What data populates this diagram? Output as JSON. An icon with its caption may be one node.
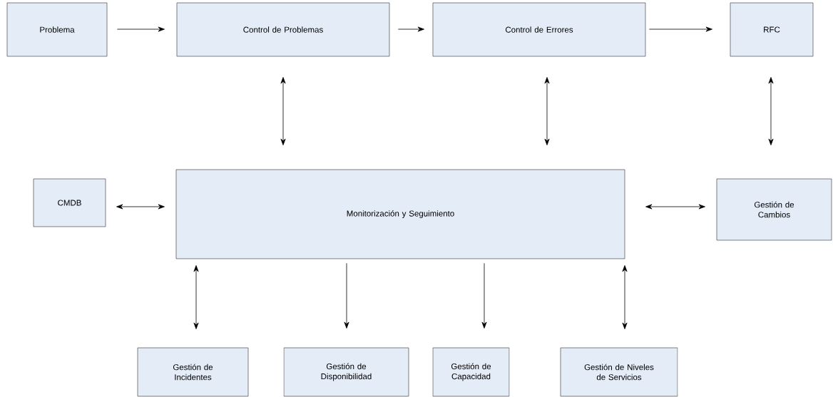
{
  "diagram": {
    "nodes": [
      {
        "text": [
          "Problema"
        ]
      },
      {
        "text": [
          "Control de Problemas"
        ]
      },
      {
        "text": [
          "Control de Errores"
        ]
      },
      {
        "text": [
          "RFC"
        ]
      },
      {
        "text": [
          "CMDB"
        ]
      },
      {
        "text": [
          "Monitorización y Seguimiento"
        ]
      },
      {
        "text": [
          "Gestión de Cambios"
        ]
      },
      {
        "text": [
          "Gestión de Incidentes"
        ]
      },
      {
        "text": [
          "Gestión de Disponibilidad"
        ]
      },
      {
        "text": [
          "Gestión de Capacidad"
        ]
      },
      {
        "text": [
          "Gestión de Niveles de Servicios"
        ]
      }
    ],
    "edges": [
      {
        "from": 0,
        "to": 1,
        "arrow": "to"
      },
      {
        "from": 1,
        "to": 2,
        "arrow": "to"
      },
      {
        "from": 2,
        "to": 3,
        "arrow": "to"
      },
      {
        "from": 1,
        "to": 5,
        "arrow": "both"
      },
      {
        "from": 2,
        "to": 5,
        "arrow": "both"
      },
      {
        "from": 3,
        "to": 6,
        "arrow": "both"
      },
      {
        "from": 4,
        "to": 5,
        "arrow": "both"
      },
      {
        "from": 5,
        "to": 6,
        "arrow": "both"
      },
      {
        "from": 5,
        "to": 7,
        "arrow": "both"
      },
      {
        "from": 5,
        "to": 8,
        "arrow": "to"
      },
      {
        "from": 5,
        "to": 9,
        "arrow": "to"
      },
      {
        "from": 5,
        "to": 10,
        "arrow": "both"
      }
    ]
  }
}
